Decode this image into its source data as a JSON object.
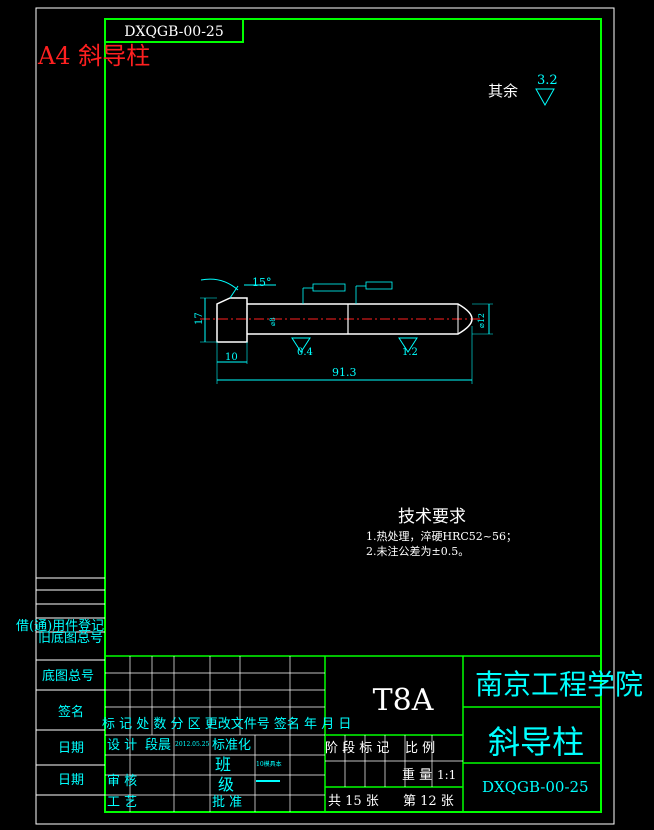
{
  "drawing_number_box": "DXQGB-00-25",
  "sheet_label": "A4 斜导柱",
  "roughness": {
    "label": "其余",
    "value": "3.2"
  },
  "dimensions": {
    "angle": "15°",
    "head_dia": "17",
    "head_len": "10",
    "total_len": "91.3",
    "roughness_a": "0.4",
    "roughness_b": "1.2",
    "shaft_dia": "⌀12",
    "shaft_dia2": "⌀8"
  },
  "tech_req": {
    "title": "技术要求",
    "items": [
      "1.热处理，淬硬HRC52~56；",
      "2.未注公差为±0.5。"
    ]
  },
  "left_labels": {
    "borrow": "借(通)用件登记",
    "old_base": "旧底图总号",
    "base": "底图总号",
    "sign": "签名",
    "date1": "日期",
    "date2": "日期"
  },
  "title_block": {
    "material": "T8A",
    "school": "南京工程学院",
    "part_name": "斜导柱",
    "drawing_no": "DXQGB-00-25",
    "row_header": "标 记 处 数 分 区 更改文件号 签名 年 月 日",
    "design": "设 计",
    "stage_std": "段晨",
    "date_val": "2012.05.25",
    "std": "标准化",
    "check": "审 核",
    "process": "工 艺",
    "class_label": "班",
    "class_val": "10模具本",
    "grade_label": "级",
    "approve": "批 准",
    "stage_mark": "阶 段 标 记",
    "weight": "重 量",
    "scale_label": "比 例",
    "scale": "1:1",
    "total_sheets": "共 15 张",
    "sheet_no": "第 12 张"
  }
}
